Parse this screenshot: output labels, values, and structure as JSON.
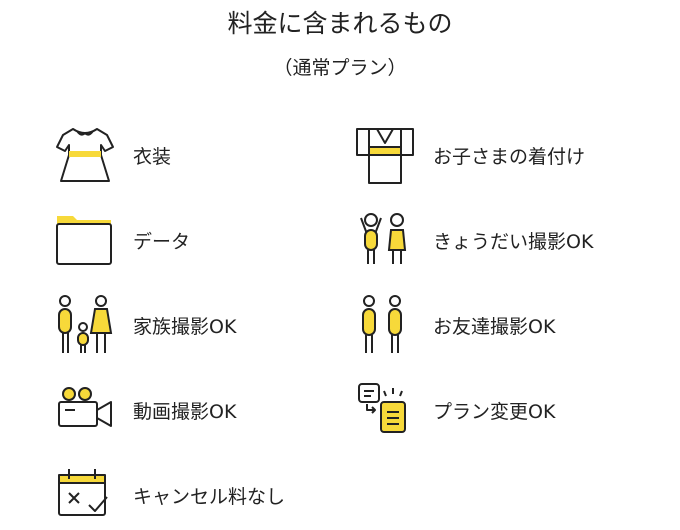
{
  "header": {
    "title": "料金に含まれるもの",
    "subtitle": "（通常プラン）"
  },
  "colors": {
    "accent": "#f7d93a",
    "stroke": "#222222"
  },
  "items": [
    {
      "label": "衣装",
      "icon": "dress-icon"
    },
    {
      "label": "お子さまの着付け",
      "icon": "kimono-icon"
    },
    {
      "label": "データ",
      "icon": "folder-icon"
    },
    {
      "label": "きょうだい撮影OK",
      "icon": "siblings-icon"
    },
    {
      "label": "家族撮影OK",
      "icon": "family-icon"
    },
    {
      "label": "お友達撮影OK",
      "icon": "friends-icon"
    },
    {
      "label": "動画撮影OK",
      "icon": "video-camera-icon"
    },
    {
      "label": "プラン変更OK",
      "icon": "plan-change-icon"
    },
    {
      "label": "キャンセル料なし",
      "icon": "calendar-cancel-icon"
    }
  ]
}
